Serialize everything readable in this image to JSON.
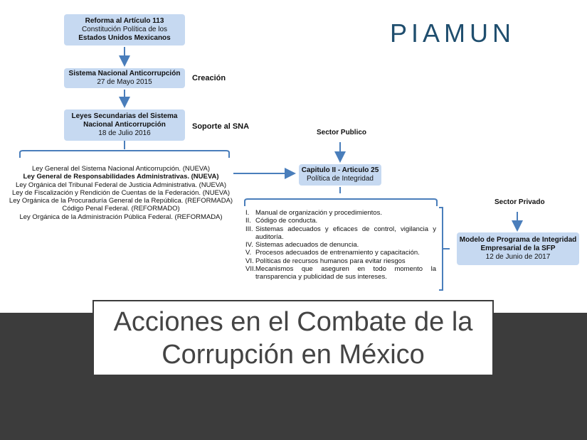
{
  "logo": "PIAMUN",
  "boxes": {
    "reforma": [
      "Reforma al Artículo 113",
      "Constitución Política de los",
      "Estados Unidos Mexicanos"
    ],
    "sna": [
      "Sistema Nacional Anticorrupción",
      "27 de Mayo 2015"
    ],
    "leyes": [
      "Leyes Secundarias del Sistema",
      "Nacional Anticorrupción",
      "18 de Julio 2016"
    ],
    "capitulo": [
      "Capitulo II - Articulo 25",
      "Política de Integridad"
    ],
    "modelo": [
      "Modelo de Programa de Integridad",
      "Empresarial de la SFP",
      "12 de Junio de 2017"
    ]
  },
  "labels": {
    "creacion": "Creación",
    "soporte": "Soporte al SNA",
    "sector_publico": "Sector Publico",
    "sector_privado": "Sector Privado"
  },
  "laws": [
    "Ley General del Sistema Nacional Anticorrupción. (NUEVA)",
    "Ley General de Responsabilidades Administrativas. (NUEVA)",
    "Ley Orgánica del Tribunal Federal de Justicia Administrativa. (NUEVA)",
    "Ley de Fiscalización y Rendición de Cuentas de la Federación. (NUEVA)",
    "Ley Orgánica de la Procuraduría General de la República. (REFORMADA)",
    "Código Penal Federal. (REFORMADO)",
    "Ley Orgánica de la Administración Pública Federal. (REFORMADA)"
  ],
  "policies": [
    {
      "n": "I.",
      "t": "Manual de organización y procedimientos."
    },
    {
      "n": "II.",
      "t": "Código de conducta."
    },
    {
      "n": "III.",
      "t": "Sistemas adecuados y eficaces de control, vigilancia y auditoría."
    },
    {
      "n": "IV.",
      "t": "Sistemas adecuados de denuncia."
    },
    {
      "n": "V.",
      "t": "Procesos adecuados de entrenamiento y capacitación."
    },
    {
      "n": "VI.",
      "t": "Políticas de recursos humanos para evitar riesgos"
    },
    {
      "n": "VII.",
      "t": "Mecanismos que aseguren en todo momento la transparencia y publicidad de sus intereses."
    }
  ],
  "title": [
    "Acciones en el Combate de la",
    "Corrupción en México"
  ],
  "colors": {
    "box": "#c6d9f1",
    "arrow": "#4a7ebb",
    "dark": "#3c3c3c"
  }
}
